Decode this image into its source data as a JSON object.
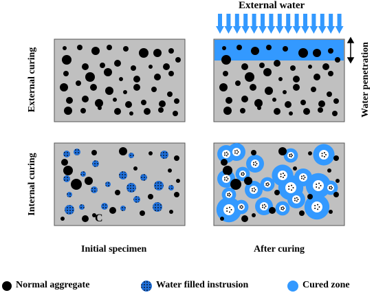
{
  "labels": {
    "external_water": "External water",
    "water_penetration": "Water penetration",
    "external_curing": "External curing",
    "internal_curing": "Internal curing",
    "initial_specimen": "Initial specimen",
    "after_curing": "After curing",
    "panel_marker": "C"
  },
  "legend": [
    {
      "label": "Normal aggregate",
      "icon": "normal-aggregate-icon"
    },
    {
      "label": "Water filled instrusion",
      "icon": "water-filled-intrusion-icon"
    },
    {
      "label": "Cured zone",
      "icon": "cured-zone-icon"
    }
  ],
  "colors": {
    "specimen_fill": "#c0c0c0",
    "aggregate": "#000000",
    "water": "#3399ff",
    "cured_zone": "#3399ff",
    "intrusion": "#1f6fd8",
    "arrow": "#3399ff"
  }
}
